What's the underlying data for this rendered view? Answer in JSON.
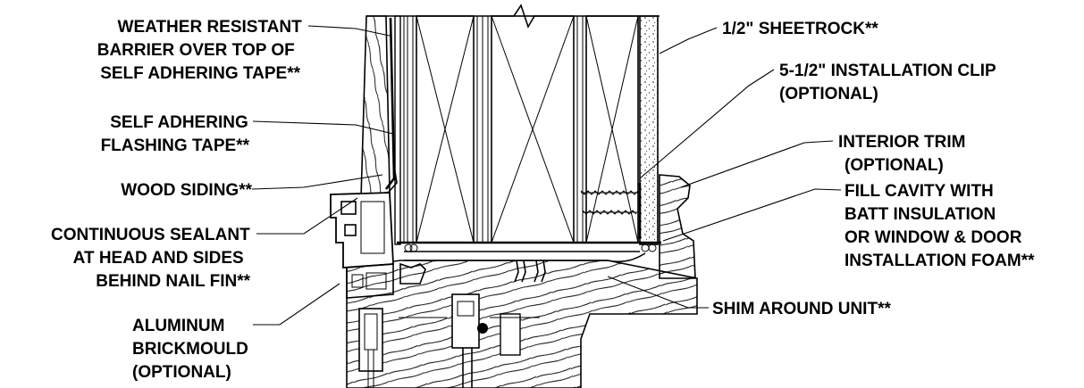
{
  "labels": {
    "weather_barrier": [
      "WEATHER RESISTANT",
      "BARRIER OVER TOP OF",
      "SELF ADHERING TAPE**"
    ],
    "flashing_tape": [
      "SELF ADHERING",
      "FLASHING TAPE**"
    ],
    "wood_siding": [
      "WOOD SIDING**"
    ],
    "sealant": [
      "CONTINUOUS SEALANT",
      "AT HEAD AND SIDES",
      "BEHIND NAIL FIN**"
    ],
    "brickmould": [
      "ALUMINUM",
      "BRICKMOULD",
      "(OPTIONAL)"
    ],
    "sheetrock": [
      "1/2\" SHEETROCK**"
    ],
    "install_clip": [
      "5-1/2\" INSTALLATION CLIP",
      "(OPTIONAL)"
    ],
    "interior_trim": [
      "INTERIOR TRIM",
      "(OPTIONAL)"
    ],
    "fill_cavity": [
      "FILL CAVITY WITH",
      "BATT INSULATION",
      "OR WINDOW & DOOR",
      "INSTALLATION FOAM**"
    ],
    "shim": [
      "SHIM AROUND UNIT**"
    ]
  }
}
